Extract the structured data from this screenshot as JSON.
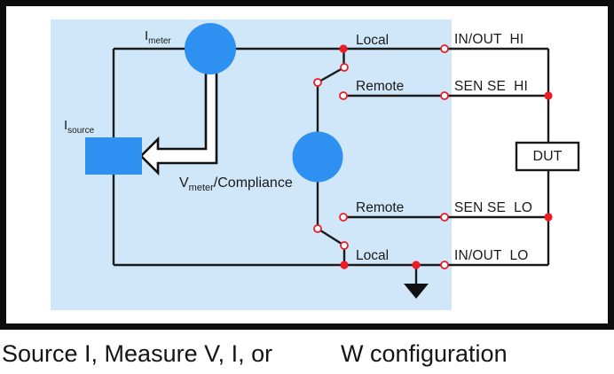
{
  "colors": {
    "blue": "#2E90F0",
    "panel_blue": "#CFE7F9",
    "red": "#ED1C24",
    "line": "#1A1A1A",
    "border": "#0D0D0D",
    "paper": "#FFFFFF"
  },
  "diagram": {
    "i_meter": {
      "main": "I",
      "sub": "meter"
    },
    "i_source": {
      "main": "I",
      "sub": "source"
    },
    "v_meter": {
      "main": "V",
      "sub": "meter",
      "suffix": "/Compliance"
    },
    "switch_top": {
      "local": "Local",
      "remote": "Remote"
    },
    "switch_bottom": {
      "remote": "Remote",
      "local": "Local"
    },
    "terminals": {
      "inout_hi": "IN/OUT  HI",
      "sense_hi": "SEN SE  HI",
      "sense_lo": "SEN SE  LO",
      "inout_lo": "IN/OUT  LO"
    },
    "dut": "DUT"
  },
  "caption": {
    "left": "Source I, Measure V, I, or",
    "right": "W configuration"
  }
}
